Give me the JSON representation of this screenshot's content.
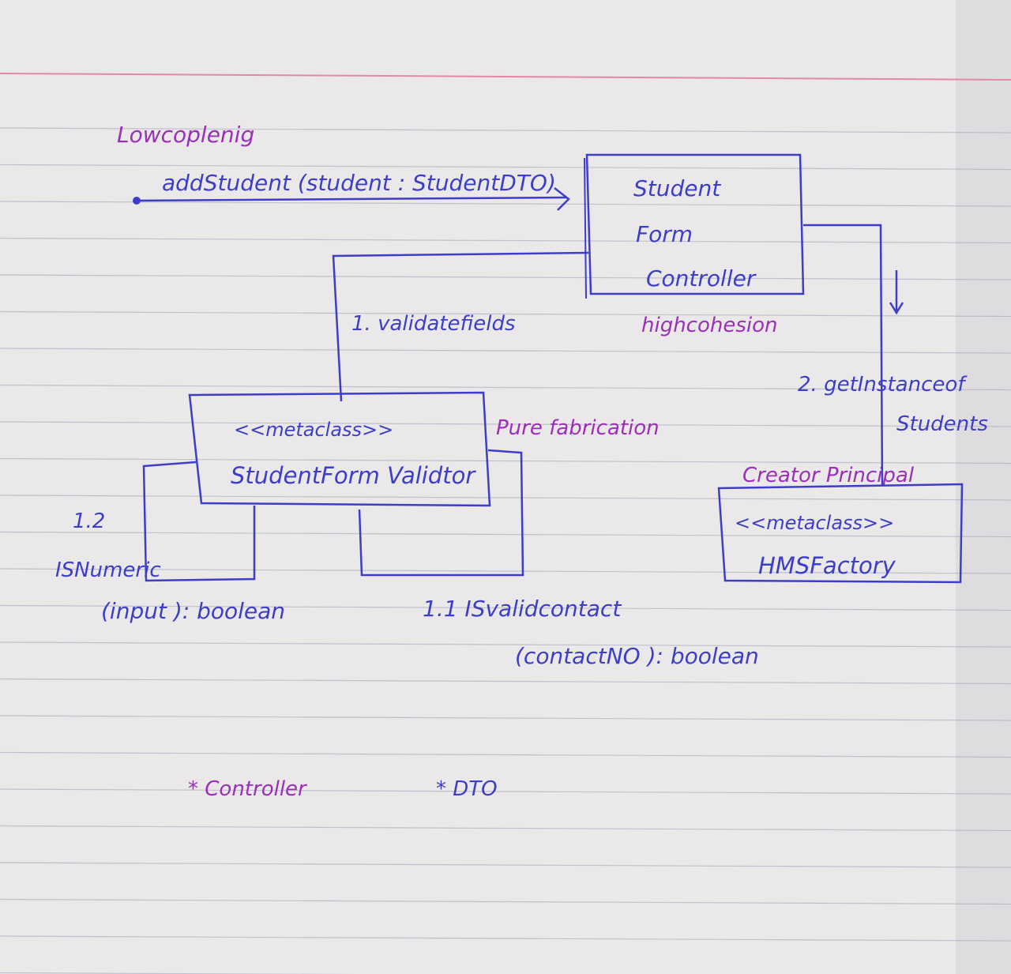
{
  "diagram": {
    "annotations": {
      "low_coupling": "Lowcoplenig",
      "high_cohesion": "highcohesion",
      "pure_fabrication": "Pure fabrication",
      "creator_principal": "Creator Principal"
    },
    "message_incoming": "addStudent (student : StudentDTO)",
    "nodes": {
      "controller": {
        "line1": "Student",
        "line2": "Form",
        "line3": "Controller"
      },
      "validator": {
        "stereotype": "<<metaclass>>",
        "name": "StudentForm Validtor"
      },
      "factory": {
        "stereotype": "<<metaclass>>",
        "name": "HMSFactory"
      }
    },
    "messages": {
      "validate_fields": "1. validatefields",
      "get_instance_line1": "2. getInstanceof",
      "get_instance_line2": "Students",
      "self_call_1_2_num": "1.2",
      "self_call_1_2_line1": "ISNumeric",
      "self_call_1_2_line2": "(input ): boolean",
      "self_call_1_1_line1": "1.1  ISvalidcontact",
      "self_call_1_1_line2": "(contactNO ): boolean"
    },
    "notes": {
      "controller": "* Controller",
      "dto": "* DTO"
    },
    "colors": {
      "ink_blue": "#3d3ec8",
      "ink_magenta": "#9a2fb8",
      "paper": "#ebe8ea",
      "rule_line": "#9aa0b4",
      "margin_line": "#e08aa6"
    }
  }
}
